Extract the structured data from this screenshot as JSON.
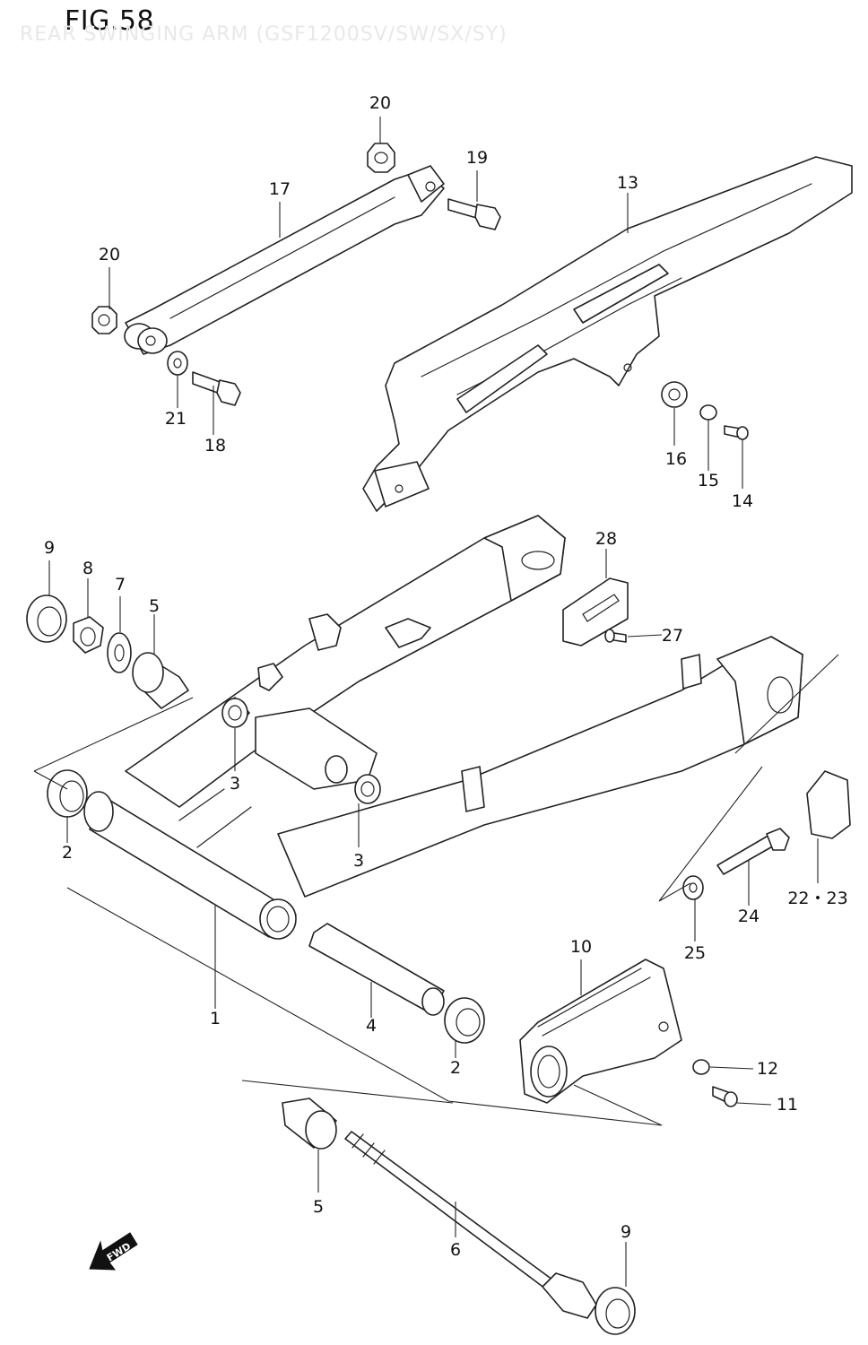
{
  "figure": {
    "title": "FIG.58",
    "subtitle": "REAR SWINGING ARM (GSF1200SV/SW/SX/SY)"
  },
  "fwd_label": "FWD",
  "callouts": {
    "c1": "1",
    "c2a": "2",
    "c2b": "2",
    "c3a": "3",
    "c3b": "3",
    "c4": "4",
    "c5a": "5",
    "c5b": "5",
    "c6": "6",
    "c7": "7",
    "c8": "8",
    "c9a": "9",
    "c9b": "9",
    "c10": "10",
    "c11": "11",
    "c12": "12",
    "c13": "13",
    "c14": "14",
    "c15": "15",
    "c16": "16",
    "c17": "17",
    "c18": "18",
    "c19": "19",
    "c20a": "20",
    "c20b": "20",
    "c21": "21",
    "c22_23": "22・23",
    "c24": "24",
    "c25": "25",
    "c27": "27",
    "c28": "28"
  }
}
